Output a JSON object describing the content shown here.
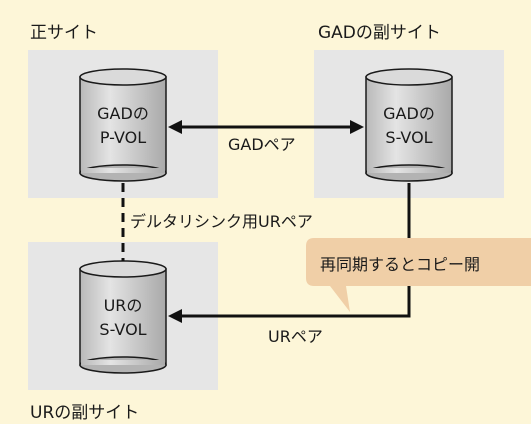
{
  "sites": {
    "primary": "正サイト",
    "gad_secondary": "GADの副サイト",
    "ur_secondary": "URの副サイト"
  },
  "volumes": {
    "gad_pvol": {
      "line1": "GADの",
      "line2": "P-VOL"
    },
    "gad_svol": {
      "line1": "GADの",
      "line2": "S-VOL"
    },
    "ur_svol": {
      "line1": "URの",
      "line2": "S-VOL"
    }
  },
  "connections": {
    "gad_pair": "GADペア",
    "delta_resync": "デルタリシンク用URペア",
    "ur_pair": "URペア"
  },
  "callout": {
    "text": "再同期するとコピー開"
  },
  "colors": {
    "background": "#fdf6d8",
    "site_box": "#e6e6e6",
    "callout": "#f0cfa7",
    "cylinder_side": "#c8c8c8"
  }
}
